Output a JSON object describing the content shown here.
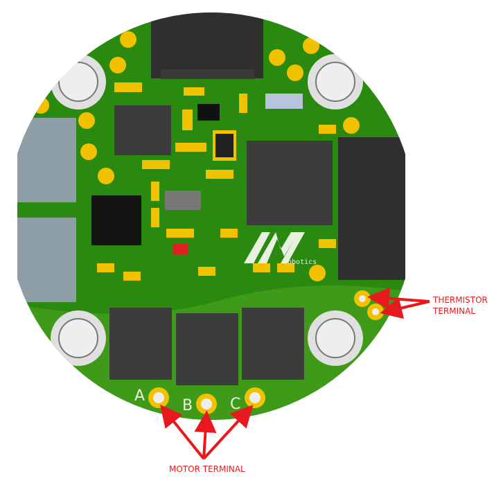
{
  "board": {
    "logo_text": "robotics",
    "phase_labels": [
      "A",
      "B",
      "C"
    ],
    "colors": {
      "board": "#2a8a10",
      "board_light": "#48a020",
      "pad": "#f2c200",
      "chip": "#3c3c3c",
      "connector": "#8e9ea6",
      "annotation": "#e8191e"
    }
  },
  "annotations": {
    "thermistor": {
      "line1": "THERMISTOR",
      "line2": "TERMINAL"
    },
    "motor": "MOTOR TERMINAL"
  }
}
